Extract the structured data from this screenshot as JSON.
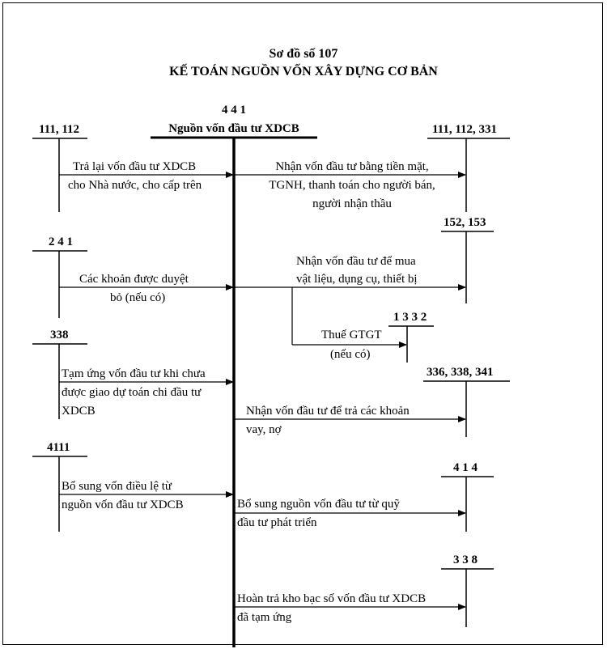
{
  "header": {
    "number": "Sơ đồ số 107",
    "title": "KẾ TOÁN NGUỒN VỐN XÂY DỰNG CƠ BẢN"
  },
  "main_account": {
    "code": "4 4 1",
    "name": "Nguồn vốn đầu tư XDCB"
  },
  "accounts": {
    "a111_112": "111, 112",
    "a111_112_331": "111, 112, 331",
    "a152_153": "152, 153",
    "a241": "2 4 1",
    "a1332": "1 3 3 2",
    "a338_left": "338",
    "a336_338_341": "336, 338, 341",
    "a4111": "4111",
    "a414": "4 1 4",
    "a338_right": "3 3 8"
  },
  "entries": {
    "tra_lai_1": "Trả lại vốn đầu tư XDCB",
    "tra_lai_2": "cho Nhà nước, cho cấp trên",
    "nhan_von_1": "Nhận vốn đầu tư bằng tiền mặt,",
    "nhan_von_2": "TGNH, thanh toán cho người bán,",
    "nhan_von_3": "người nhận thầu",
    "cac_khoan_1": "Các khoản được duyệt",
    "cac_khoan_2": "bỏ (nếu có)",
    "mua_vl_1": "Nhận vốn đầu tư để mua",
    "mua_vl_2": "vật liệu, dụng cụ, thiết bị",
    "thue_1": "Thuế GTGT",
    "thue_2": "(nếu có)",
    "tam_ung_1": "Tạm ứng vốn đầu tư khi chưa",
    "tam_ung_2": "được giao dự toán chi đầu tư",
    "tam_ung_3": "XDCB",
    "tra_no_1": "Nhận vốn đầu tư để trả các khoản",
    "tra_no_2": "vay, nợ",
    "bo_sung_dl_1": "Bổ sung vốn điều lệ từ",
    "bo_sung_dl_2": "nguồn vốn đầu tư XDCB",
    "bo_sung_quy_1": "Bổ sung nguồn vốn đầu tư từ quỹ",
    "bo_sung_quy_2": "đầu tư phát triển",
    "hoan_tra_1": "Hoàn trả kho bạc số vốn đầu tư XDCB",
    "hoan_tra_2": "đã tạm ứng"
  }
}
